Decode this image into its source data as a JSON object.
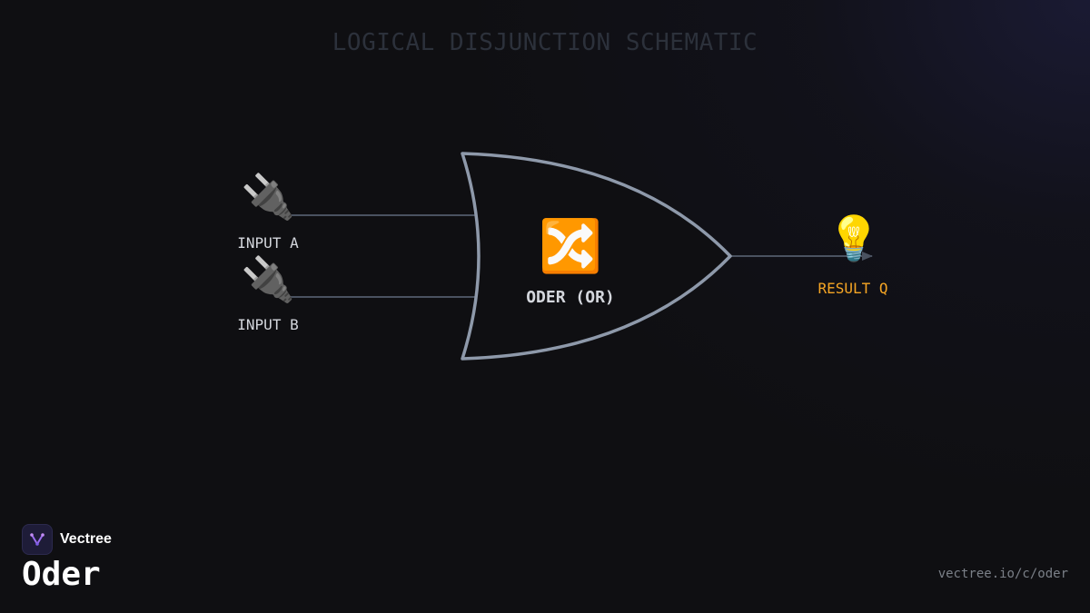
{
  "diagram": {
    "title": "LOGICAL DISJUNCTION SCHEMATIC",
    "inputs": [
      {
        "label": "INPUT A",
        "icon": "electric-plug-icon",
        "glyph": "🔌"
      },
      {
        "label": "INPUT B",
        "icon": "electric-plug-icon",
        "glyph": "🔌"
      }
    ],
    "gate": {
      "label": "ODER (OR)",
      "icon": "shuffle-icon",
      "glyph": "🔀"
    },
    "output": {
      "label": "RESULT Q",
      "icon": "light-bulb-icon",
      "glyph": "💡"
    },
    "edges": [
      {
        "from": "INPUT A",
        "to": "ODER (OR)"
      },
      {
        "from": "INPUT B",
        "to": "ODER (OR)"
      },
      {
        "from": "ODER (OR)",
        "to": "RESULT Q"
      }
    ],
    "colors": {
      "background": "#0f0f12",
      "gate_stroke": "#8e99aa",
      "wire": "#4a5260",
      "text": "#d4d7dd",
      "result_text": "#f5a524",
      "title": "#2c313b"
    }
  },
  "footer": {
    "brand_name": "Vectree",
    "brand_icon": "vectree-logo-icon",
    "page_name": "Oder",
    "url": "vectree.io/c/oder"
  }
}
